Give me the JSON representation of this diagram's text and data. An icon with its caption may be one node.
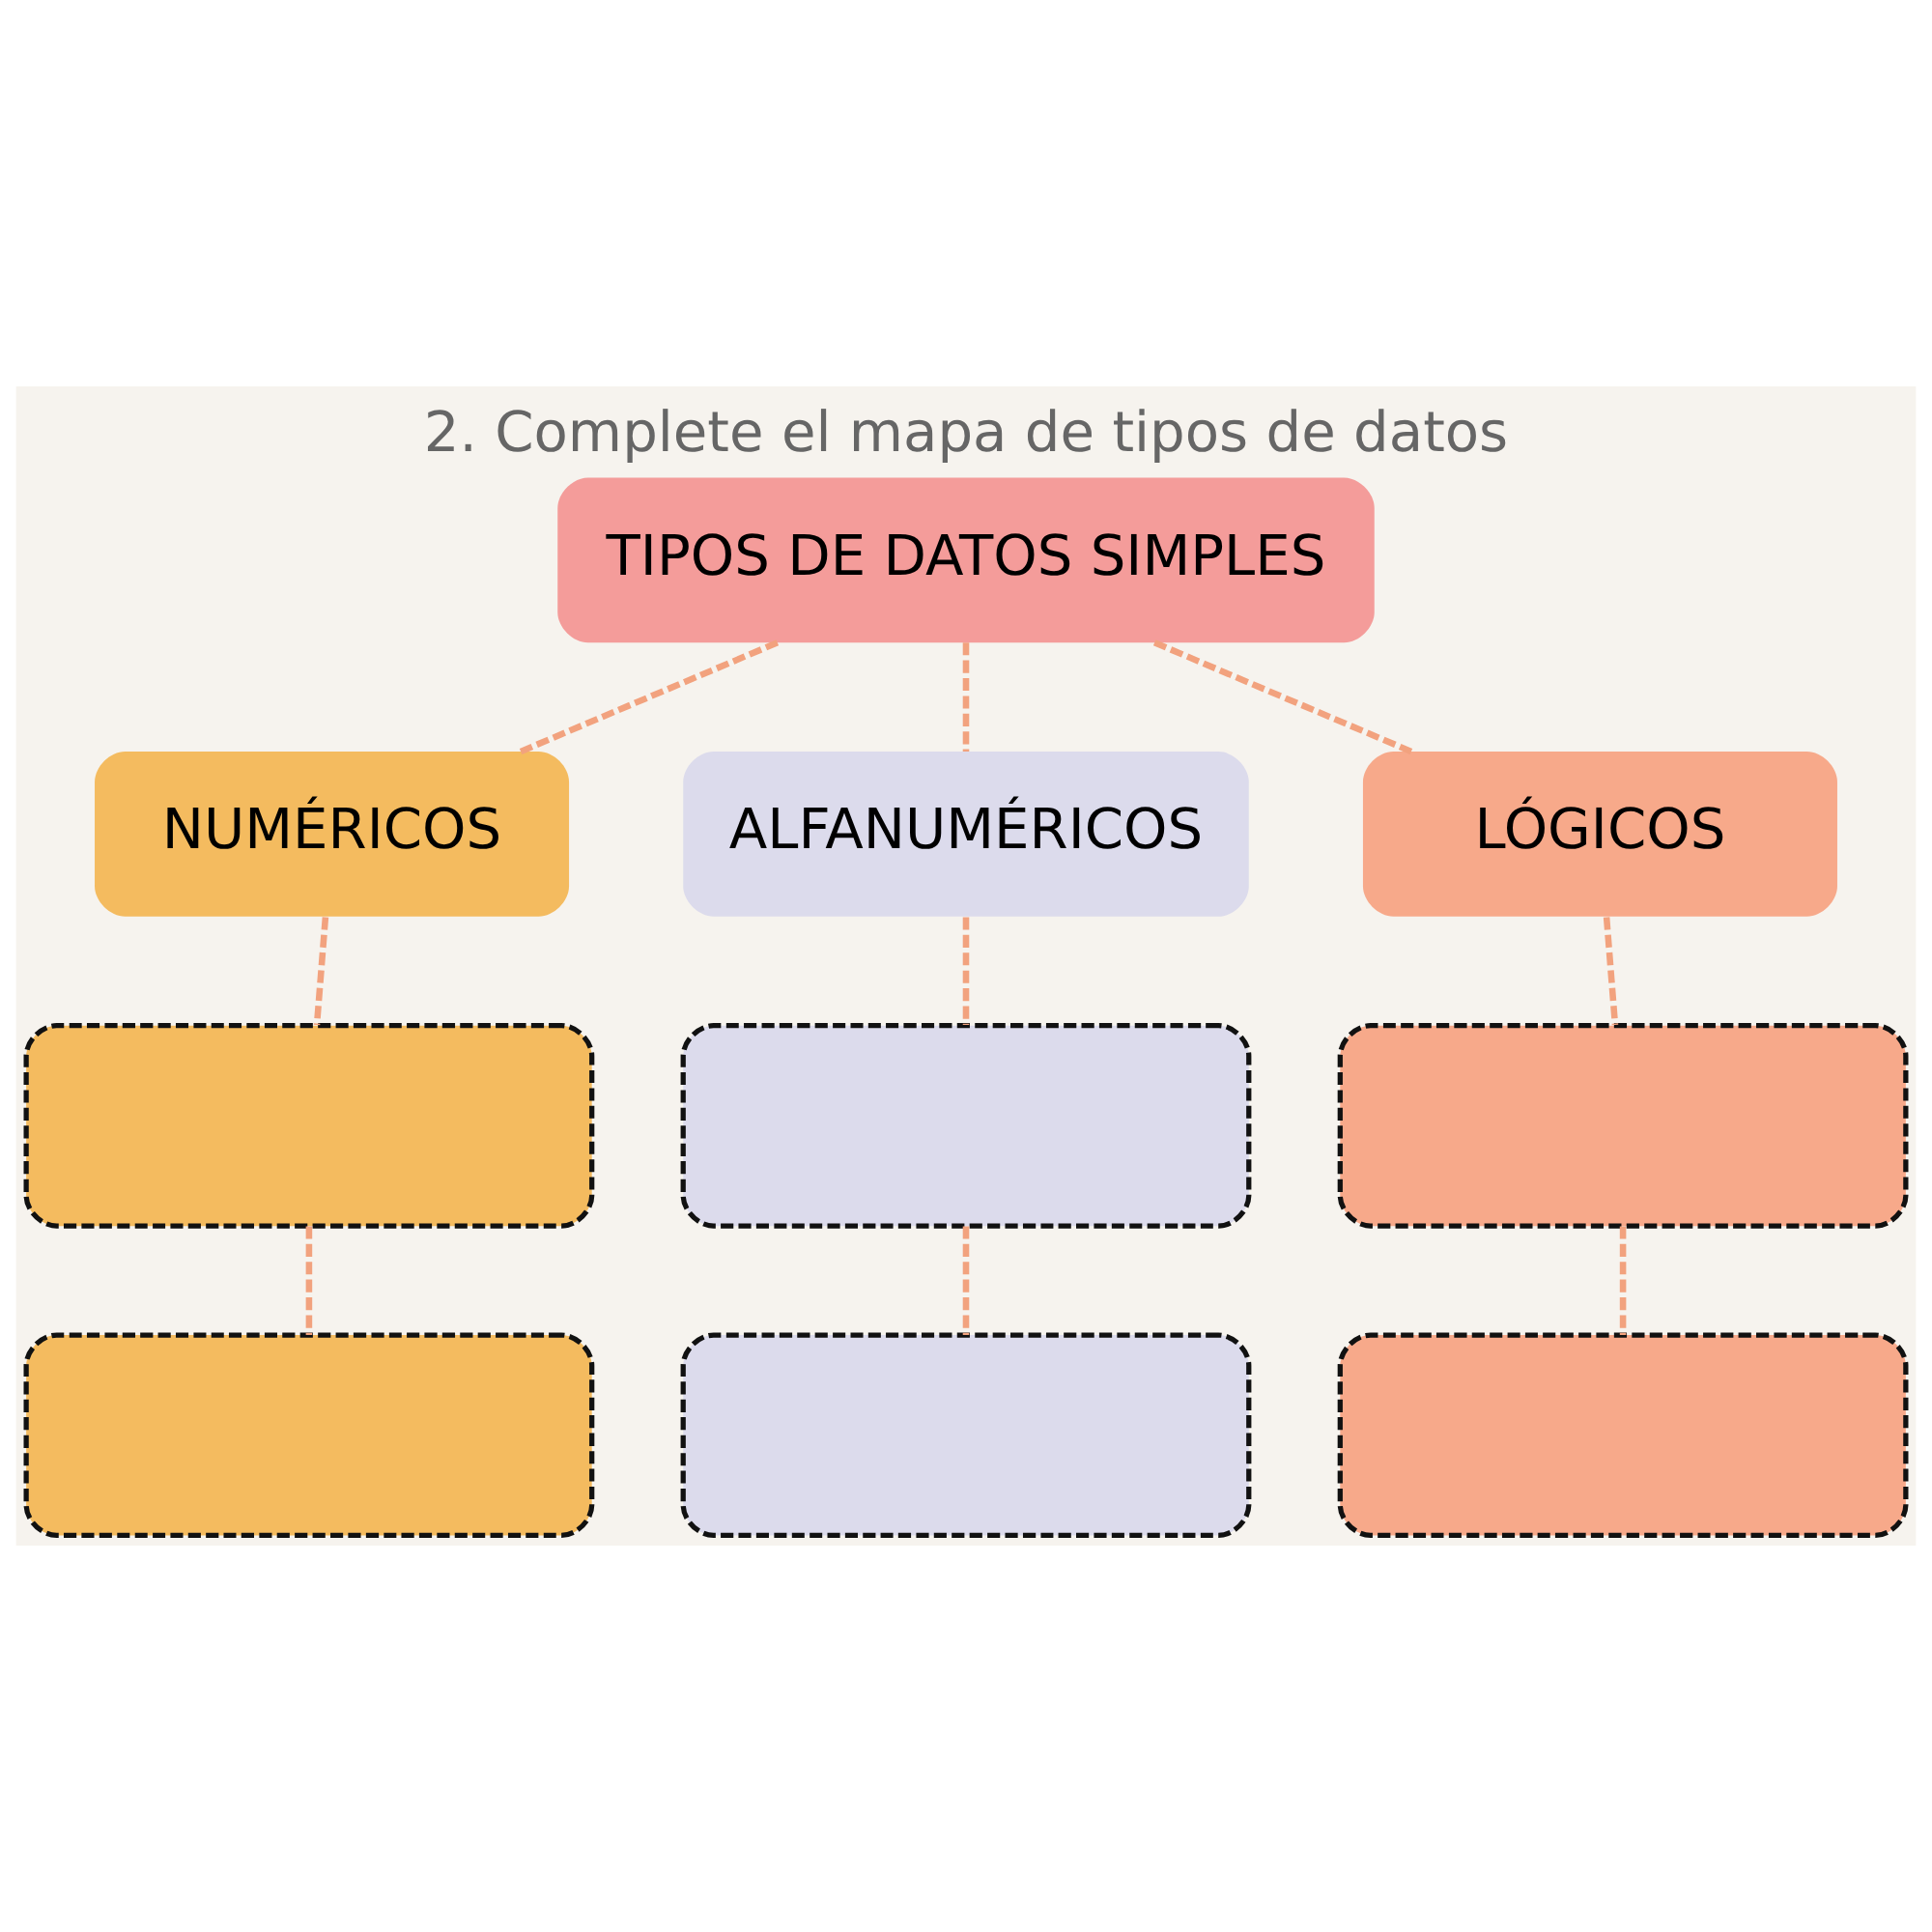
{
  "diagram": {
    "title": "2. Complete el mapa de tipos de datos",
    "nodes": [
      {
        "text": [
          "TIPOS DE DATOS SIMPLES"
        ]
      },
      {
        "text": [
          "NUMÉRICOS"
        ]
      },
      {
        "text": [
          "ALFANUMÉRICOS"
        ]
      },
      {
        "text": [
          "LÓGICOS"
        ]
      },
      {
        "text": [],
        "shape": "box"
      },
      {
        "text": [],
        "shape": "box"
      },
      {
        "text": [],
        "shape": "box"
      },
      {
        "text": [],
        "shape": "box"
      },
      {
        "text": [],
        "shape": "box"
      },
      {
        "text": [],
        "shape": "box"
      }
    ],
    "edges": [
      {
        "from": 0,
        "to": 1,
        "arrow": "none",
        "style": "dashed"
      },
      {
        "from": 0,
        "to": 2,
        "arrow": "none",
        "style": "dashed"
      },
      {
        "from": 0,
        "to": 3,
        "arrow": "none",
        "style": "dashed"
      },
      {
        "from": 1,
        "to": 4,
        "arrow": "none",
        "style": "dashed"
      },
      {
        "from": 2,
        "to": 5,
        "arrow": "none",
        "style": "dashed"
      },
      {
        "from": 3,
        "to": 6,
        "arrow": "none",
        "style": "dashed"
      },
      {
        "from": 4,
        "to": 7,
        "arrow": "none",
        "style": "dashed"
      },
      {
        "from": 5,
        "to": 8,
        "arrow": "none",
        "style": "dashed"
      },
      {
        "from": 6,
        "to": 9,
        "arrow": "none",
        "style": "dashed"
      }
    ]
  }
}
